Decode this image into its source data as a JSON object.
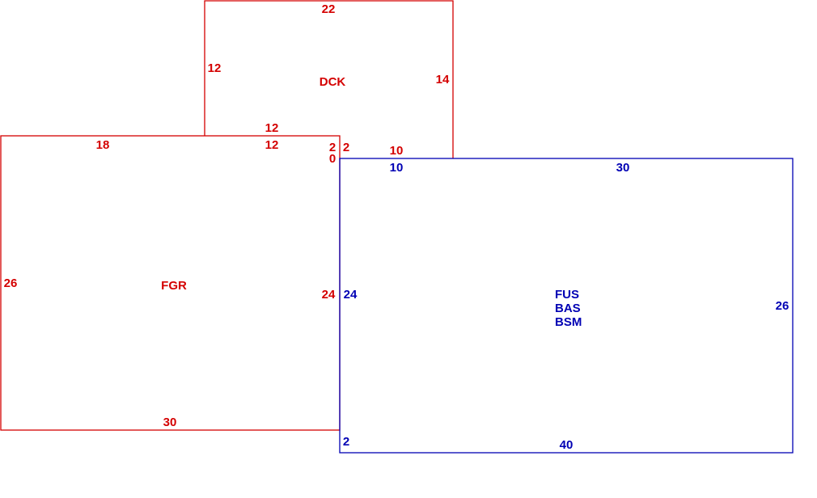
{
  "colors": {
    "red": "#d40000",
    "blue": "#0000b4",
    "background": "#ffffff"
  },
  "dck": {
    "color": "red",
    "label": "DCK",
    "top_dim": "22",
    "left_dim": "12",
    "right_dim": "14",
    "bottom_dim": "12",
    "bottom_right_dim": "10",
    "inner_dim": "2"
  },
  "fgr": {
    "color": "red",
    "label": "FGR",
    "top_left_dim": "18",
    "top_right_dim": "12",
    "left_dim": "26",
    "right_dim": "24",
    "bottom_dim": "30",
    "corner_dim_a": "2",
    "corner_dim_b": "0"
  },
  "main": {
    "color": "blue",
    "label_lines": [
      "FUS",
      "BAS",
      "BSM"
    ],
    "top_left_dim": "10",
    "top_dim": "30",
    "left_dim": "24",
    "right_dim": "26",
    "bottom_dim": "40",
    "bottom_left_dim": "2"
  }
}
